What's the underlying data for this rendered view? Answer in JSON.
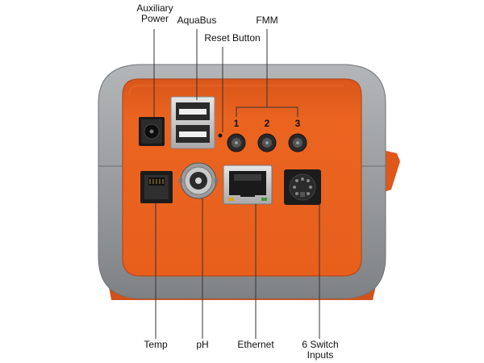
{
  "labels": {
    "auxiliary_power_line1": "Auxiliary",
    "auxiliary_power_line2": "Power",
    "aquabus": "AquaBus",
    "reset_button": "Reset Button",
    "fmm": "FMM",
    "temp": "Temp",
    "ph": "pH",
    "ethernet": "Ethernet",
    "switch_inputs_line1": "6 Switch",
    "switch_inputs_line2": "Inputs"
  },
  "fmm_ports": [
    "1",
    "2",
    "3"
  ],
  "colors": {
    "housing_gray": "#9a9d9f",
    "panel_orange": "#e8611e",
    "port_black": "#1a1a1a",
    "usb_silver": "#c9c9c9",
    "leader_line": "#333333"
  }
}
